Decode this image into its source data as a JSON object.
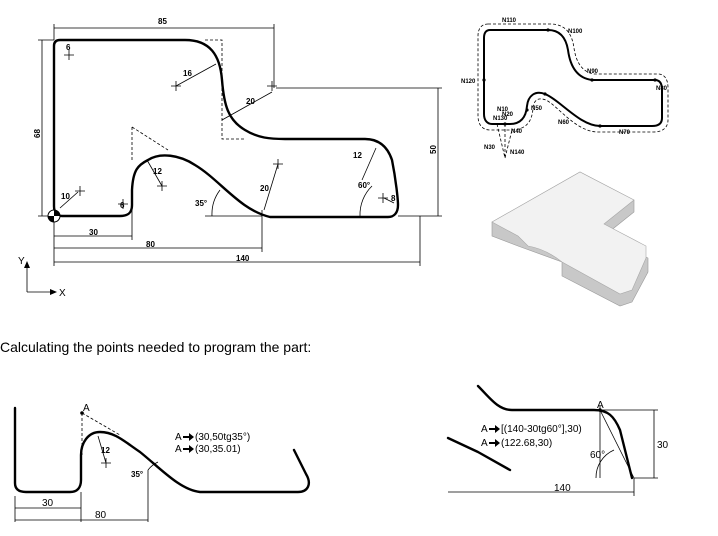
{
  "caption": "Calculating the points needed to program the part:",
  "main_drawing": {
    "dims": {
      "d85": "85",
      "d6a": "6",
      "d16": "16",
      "d20a": "20",
      "d68": "68",
      "d50": "50",
      "d12a": "12",
      "d12b": "12",
      "d20b": "20",
      "d10": "10",
      "d8": "8",
      "d35": "35°",
      "d60": "60°",
      "d6b": "6",
      "d30": "30",
      "d80": "80",
      "d140": "140"
    },
    "axes": {
      "y": "Y",
      "x": "X"
    }
  },
  "path_diagram": {
    "labels": {
      "n10": "N10",
      "n20": "N20",
      "n30": "N30",
      "n40": "N40",
      "n50": "N50",
      "n60": "N60",
      "n70": "N70",
      "n80": "N80",
      "n90": "N90",
      "n100": "N100",
      "n110": "N110",
      "n120": "N120",
      "n130": "N130",
      "n140": "N140"
    }
  },
  "detail_left": {
    "point": "A",
    "line1": "(30,50tg35°)",
    "line2": "(30,35.01)",
    "d12": "12",
    "d35": "35°",
    "d30": "30",
    "d80": "80"
  },
  "detail_right": {
    "point": "A",
    "line1": "[(140-30tg60°],30)",
    "line2": "(122.68,30)",
    "d60": "60°",
    "d30": "30",
    "d140": "140"
  },
  "colors": {
    "ink": "#000000",
    "solid_top": "#f2f2f2",
    "solid_side": "#c8c8c8"
  }
}
